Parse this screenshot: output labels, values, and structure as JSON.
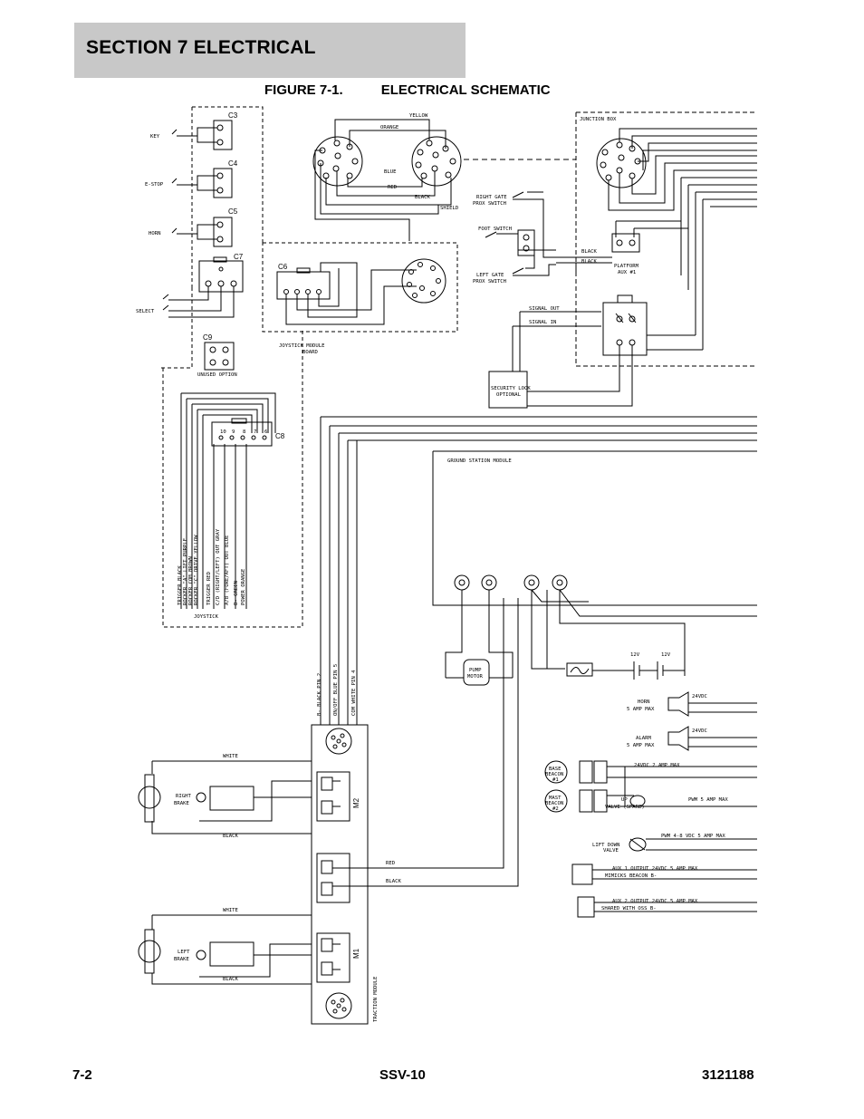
{
  "header": {
    "section_title": "SECTION 7   ELECTRICAL"
  },
  "figure": {
    "number": "FIGURE 7-1.",
    "title": "ELECTRICAL SCHEMATIC"
  },
  "footer": {
    "page": "7-2",
    "model": "SSV-10",
    "doc_number": "3121188"
  },
  "schematic": {
    "connectors": {
      "c3": "C3",
      "c4": "C4",
      "c5": "C5",
      "c6": "C6",
      "c7": "C7",
      "c8": "C8",
      "c9": "C9",
      "m1": "M1",
      "m2": "M2"
    },
    "controls": {
      "key": "KEY",
      "estop": "E-STOP",
      "horn": "HORN",
      "select": "SELECT",
      "unused_option": "UNUSED OPTION"
    },
    "cable_colors": {
      "yellow": "YELLOW",
      "orange": "ORANGE",
      "blue": "BLUE",
      "red": "RED",
      "black": "BLACK",
      "shield": "SHIELD"
    },
    "junction_box": "JUNCTION BOX",
    "switches": {
      "right_gate": [
        "RIGHT GATE",
        "PROX SWITCH"
      ],
      "foot": "FOOT SWITCH",
      "left_gate": [
        "LEFT GATE",
        "PROX SWITCH"
      ]
    },
    "platform_aux": [
      "PLATFORM",
      "AUX #1"
    ],
    "black_1": "BLACK",
    "black_2": "BLACK",
    "signal_out": "SIGNAL OUT",
    "signal_in": "SIGNAL IN",
    "security_lock": [
      "SECURITY LOCK",
      "OPTIONAL"
    ],
    "joystick_board": [
      "JOYSTICK MODULE",
      "BOARD"
    ],
    "joystick": "JOYSTICK",
    "joystick_wires": [
      "TRIGGER BLACK",
      "ROCKER \"A\" LIFT PURPLE",
      "ROCKER COM BROWN",
      "ROCKER \"C\" DRIVE YELLOW",
      "TRIGGER RED",
      "C/D (RIGHT/LEFT) OUT GRAY",
      "A/B (FORE/AFT) OUT BLUE",
      "B- GREEN",
      "POWER ORANGE"
    ],
    "c8_pins": [
      "10",
      "9",
      "8",
      "7",
      "6"
    ],
    "ground_station": "GROUND STATION MODULE",
    "traction_module": "TRACTION MODULE",
    "pump_motor": [
      "PUMP",
      "MOTOR"
    ],
    "battery": {
      "v1": "12V",
      "v2": "12V"
    },
    "traction_wires": [
      "B- BLACK PIN 2",
      "ON/OFF BLUE PIN 5",
      "COM WHITE PIN 4"
    ],
    "motor_wires": {
      "white": "WHITE",
      "black": "BLACK",
      "red": "RED"
    },
    "brakes": {
      "right": [
        "RIGHT",
        "BRAKE"
      ],
      "left": [
        "LEFT",
        "BRAKE"
      ]
    },
    "outputs": {
      "horn": [
        "HORN",
        "5 AMP MAX",
        "24VDC"
      ],
      "alarm": [
        "ALARM",
        "5 AMP MAX",
        "24VDC"
      ],
      "base_beacon": [
        "BASE",
        "BEACON",
        "#1"
      ],
      "mast_beacon": [
        "MAST",
        "BEACON",
        "#2"
      ],
      "beacon_rating": "24VDC 2 AMP MAX",
      "up_valve": [
        "UP",
        "VALVE (SPARE)",
        "PWM 5 AMP MAX"
      ],
      "lift_down": [
        "LIFT DOWN",
        "VALVE",
        "PWM 4-8 VDC 5 AMP MAX"
      ],
      "aux1": [
        "AUX 1 OUTPUT 24VDC   5 AMP MAX",
        "MIMICKS BEACON  B-"
      ],
      "aux2": [
        "AUX 2 OUTPUT 24VDC 5 AMP MAX",
        "SHARED WITH OSS  B-"
      ]
    }
  }
}
